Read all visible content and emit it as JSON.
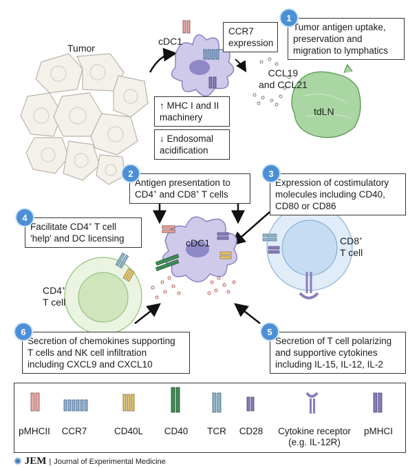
{
  "labels": {
    "tumor": "Tumor",
    "cdc1_top": "cDC1",
    "cdc1_mid": "cDC1",
    "ccl": "CCL19\nand CCL21",
    "tdln": "tdLN",
    "cd8": "CD8+\nT cell",
    "cd4": "CD4+\nT cell"
  },
  "boxes": {
    "ccr7": "CCR7\nexpression",
    "mhc": "↑ MHC I and II\nmachinery",
    "endo": "↓ Endosomal\nacidification"
  },
  "steps": [
    {
      "num": "1",
      "text": "Tumor antigen uptake,\npreservation and\nmigration to lymphatics"
    },
    {
      "num": "2",
      "text": "Antigen presentation to\nCD4+ and CD8+ T cells"
    },
    {
      "num": "3",
      "text": "Expression of costimulatory\nmolecules including CD40,\nCD80 or CD86"
    },
    {
      "num": "4",
      "text": "Facilitate CD4+ T cell\n'help' and DC licensing"
    },
    {
      "num": "5",
      "text": "Secretion of T cell polarizing\nand supportive cytokines\nincluding IL-15, IL-12, IL-2"
    },
    {
      "num": "6",
      "text": "Secretion of chemokines supporting\nT cells and NK cell infiltration\nincluding CXCL9 and CXCL10"
    }
  ],
  "legend": [
    {
      "label": "pMHCII",
      "icon": "pmhcii-icon"
    },
    {
      "label": "CCR7",
      "icon": "ccr7-icon"
    },
    {
      "label": "CD40L",
      "icon": "cd40l-icon"
    },
    {
      "label": "CD40",
      "icon": "cd40-icon"
    },
    {
      "label": "TCR",
      "icon": "tcr-icon"
    },
    {
      "label": "CD28",
      "icon": "cd28-icon"
    },
    {
      "label": "Cytokine receptor\n(e.g. IL-12R)",
      "icon": "cytokine-receptor-icon"
    },
    {
      "label": "pMHCI",
      "icon": "pmhci-icon"
    }
  ],
  "footer": {
    "logo": "JEM",
    "journal": "Journal of Experimental Medicine"
  },
  "colors": {
    "badge": "#4b8fd6",
    "dc": "#c9c3e6",
    "dc_nucleus": "#8e86c4",
    "tumor": "#f3f0ea",
    "tdln": "#a8d5a0",
    "cd8": "#d4e6f6",
    "cd4": "#e4f2d8",
    "pmhcii": "#e8a9a4",
    "ccr7": "#93b2d2",
    "cd40l": "#e6c36a",
    "cd40": "#3e8a55",
    "tcr": "#8fb4c8",
    "cd28": "#8b7cb8"
  }
}
